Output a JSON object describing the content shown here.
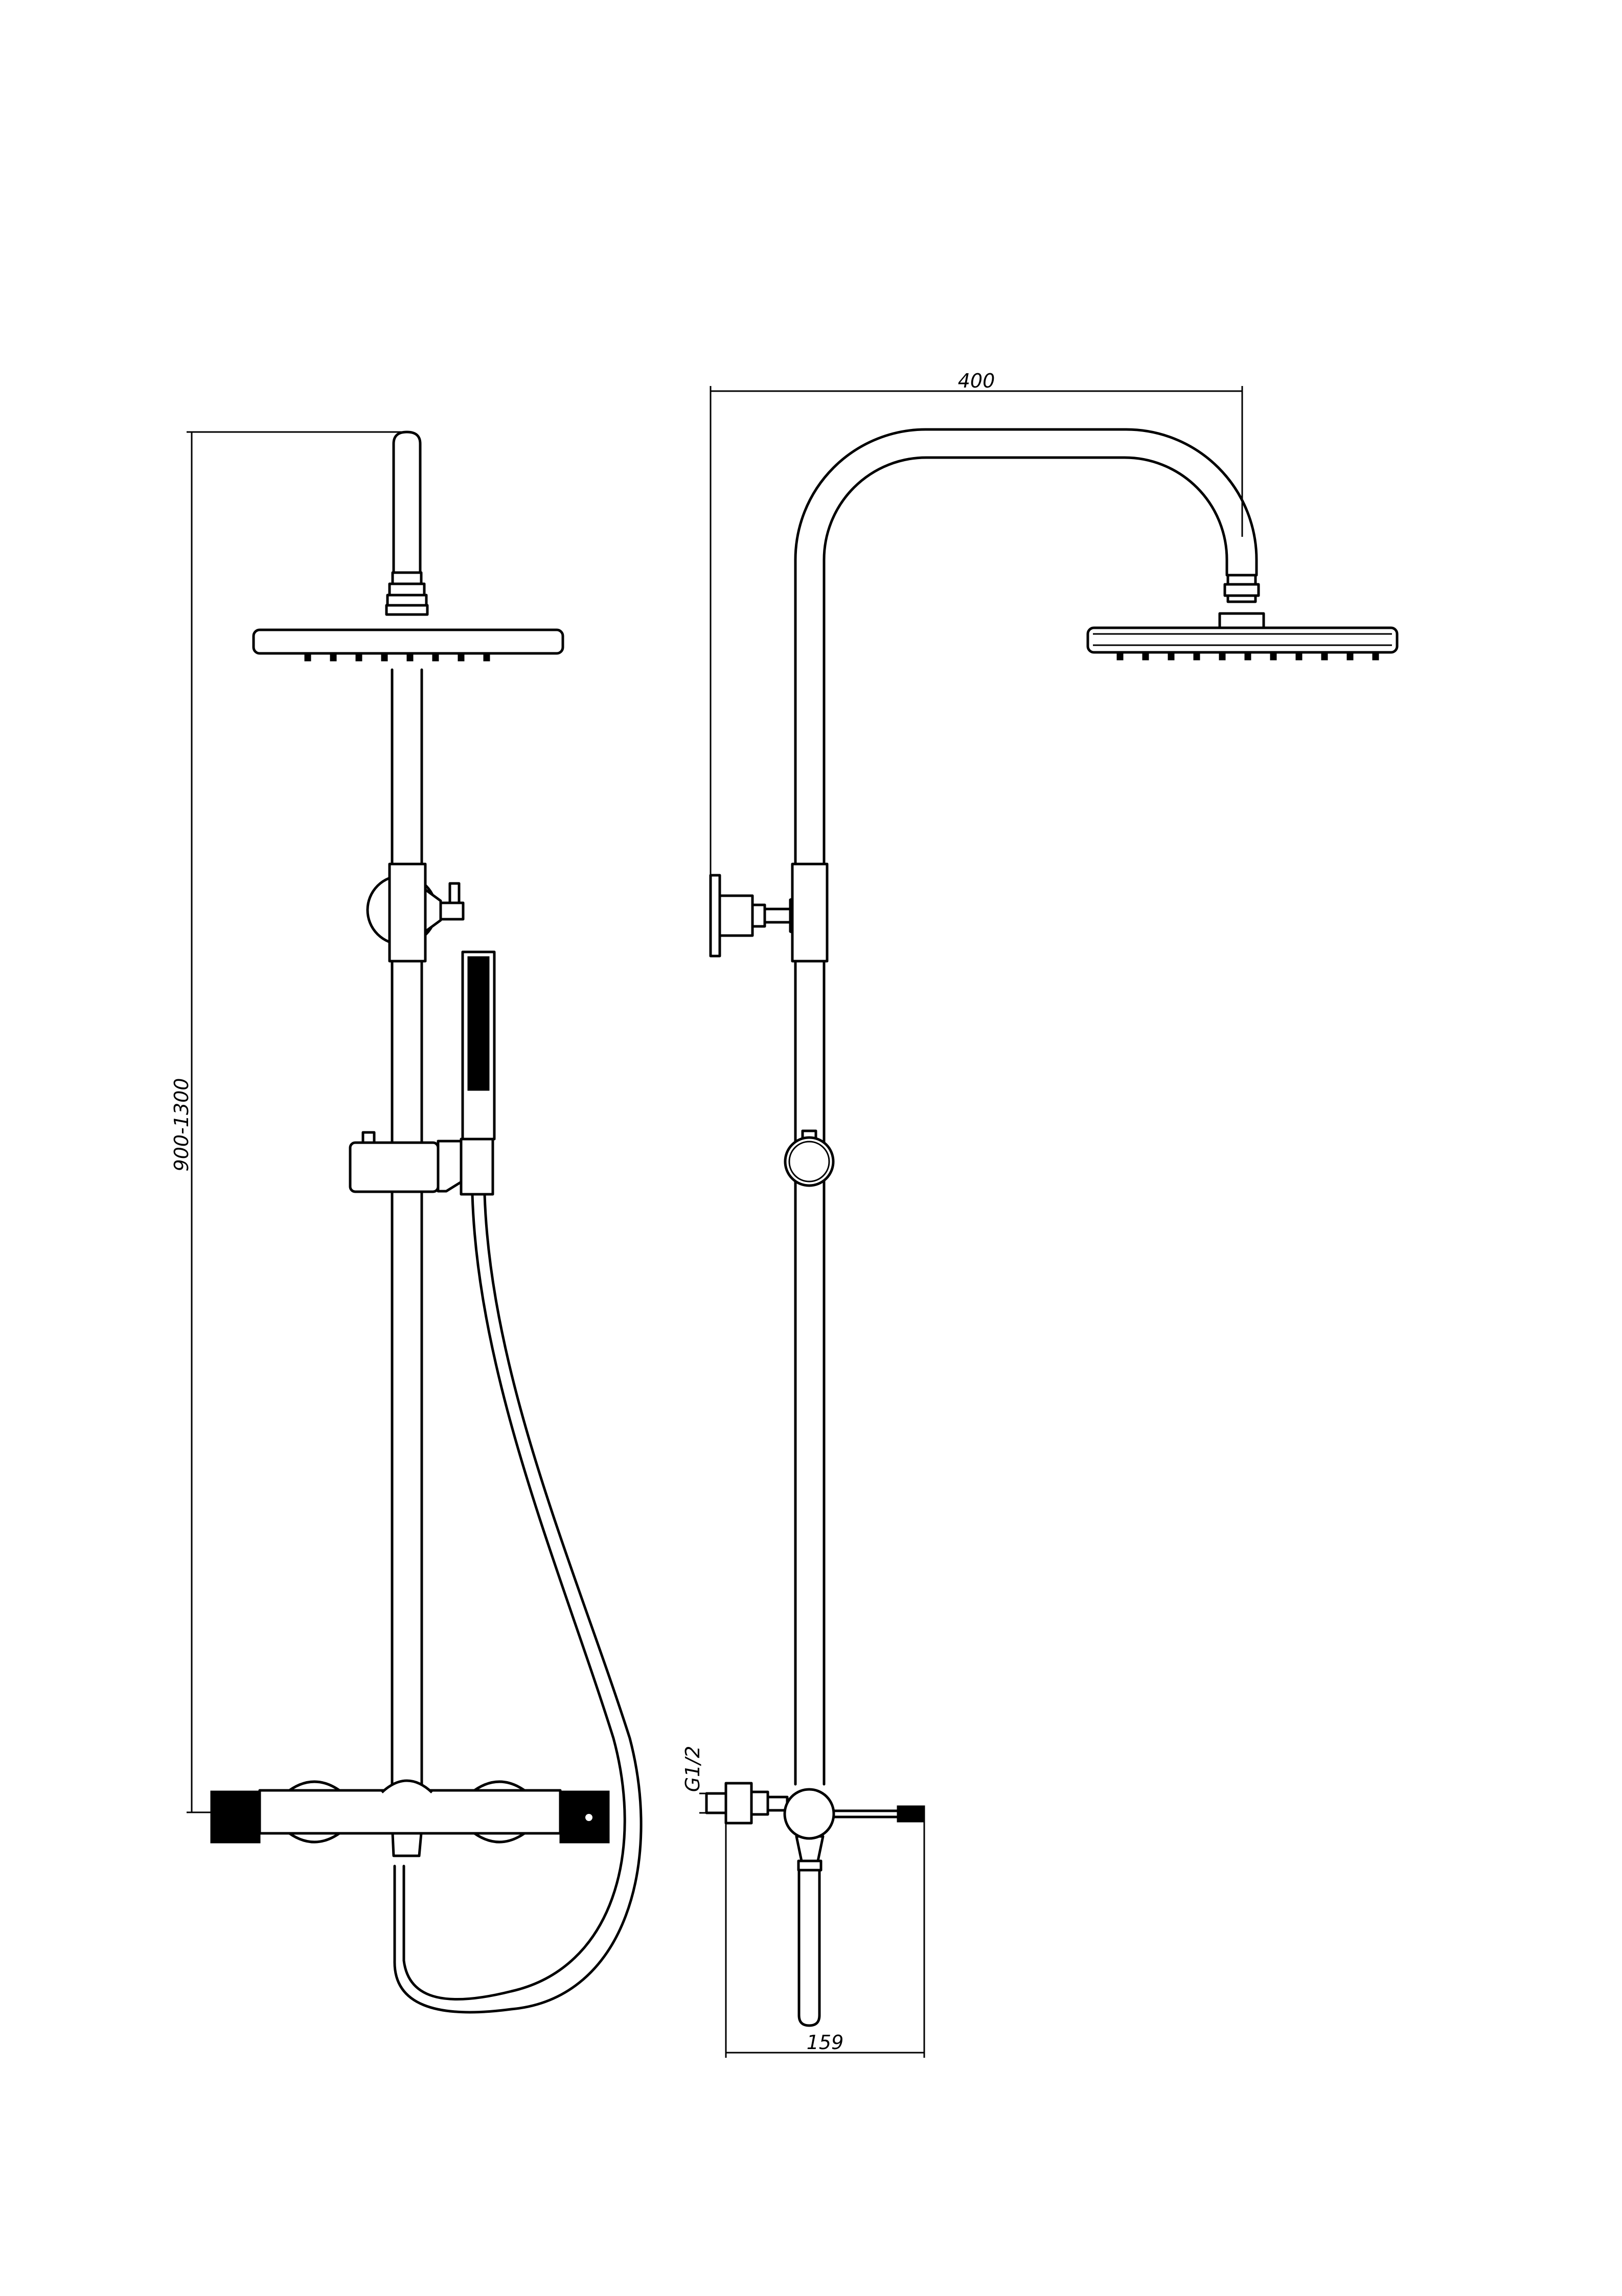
{
  "dimensions": {
    "height_range": "900-1300",
    "arm_reach": "400",
    "wall_offset": "159",
    "thread_size": "G1/2"
  }
}
